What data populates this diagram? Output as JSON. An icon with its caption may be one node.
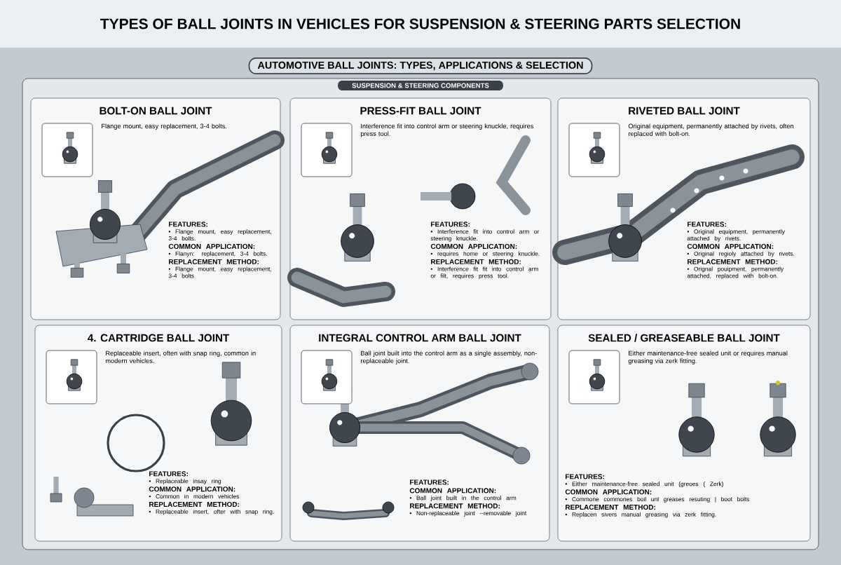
{
  "diagram": {
    "title": "TYPES OF BALL JOINTS IN VEHICLES FOR SUSPENSION & STEERING PARTS SELECTION",
    "nodes": [
      {
        "text": [
          "AUTOMOTIVE BALL JOINTS: TYPES, APPLICATIONS & SELECTION",
          "SUSPENSION & STEERING COMPONENTS"
        ]
      },
      {
        "text": [
          "BOLT-ON BALL JOINT",
          "Flange mount, easy replacement, 3-4 bolts.",
          "FEATURES:",
          "• Flange mount, easy replacement, 3-4 bolts.",
          "COMMON APPLICATION:",
          "• Flanyn: replacement, 3-4 bolts.",
          "REPLACEMENT METHOD:",
          "• Flange mount, easy replacement, 3-4 bolts"
        ],
        "in": 0
      },
      {
        "text": [
          "PRESS-FIT BALL JOINT",
          "Interference fit into control arm or steering knuckle, requires press tool.",
          "FEATURES:",
          "• Interference fit into control arm or steering knuckle.",
          "COMMON APPLICATION:",
          "• requires home or steering knuckle.",
          "REPLACEMENT METHOD:",
          "• Interference fit fit into control arm or filt, requires press tool."
        ],
        "in": 0
      },
      {
        "text": [
          "RIVETED BALL JOINT",
          "Original equipment, permanently attached by rivets, often replaced with bolt-on.",
          "FEATURES:",
          "• Original equipment, permanently attached by rivets.",
          "COMMON APPLICATION:",
          "• Original regioly attached by rivets.",
          "REPLACEMENT METHOD:",
          "• Orignal pouipment, permanently attached, replaced with bolt-on."
        ],
        "in": 0
      },
      {
        "text": [
          "4. CARTRIDGE BALL JOINT",
          "Replaceable insert, often with snap ring, common in modern vehicles.",
          "FEATURES:",
          "• Replaceable insay ring",
          "COMMON APPLICATION:",
          "• Common in modern vehicles",
          "REPLACEMENT METHOD:",
          "• Replaceable insert, ofter with snap ring."
        ],
        "in": 0
      },
      {
        "text": [
          "INTEGRAL CONTROL ARM BALL JOINT",
          "Ball joint built into the control arm as a single assembly, non-replaceable joint.",
          "FEATURES:",
          "COMMON APPLICATION:",
          "• Ball joint built in the control arm",
          "REPLACEMENT METHOD:",
          "• Non-replaceable joint --removable joint"
        ],
        "in": 0
      },
      {
        "text": [
          "SEALED / GREASEABLE BALL JOINT",
          "Either maintenance-free sealed unit or requires manual greasing via zerk fitting.",
          "FEATURES:",
          "• Either maintenance-free sealed unit (greoes ( Zerk)",
          "COMMON APPLICATION:",
          "• Commone commones boil unl greases resuting | boot bolts",
          "REPLACEMENT METHOD:",
          "• Replacen sivers manual greasing via zerk fitting."
        ],
        "in": 0
      }
    ]
  }
}
